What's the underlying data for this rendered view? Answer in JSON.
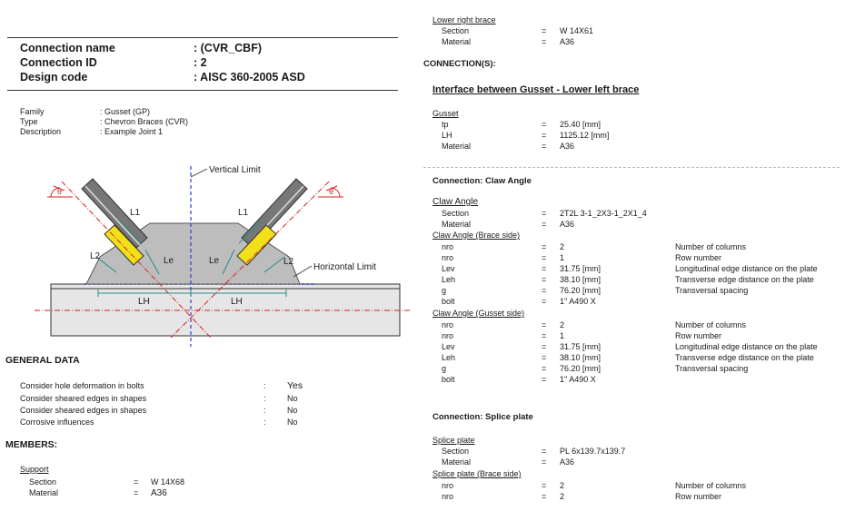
{
  "header": {
    "connection_name_label": "Connection name",
    "connection_name_value": ": (CVR_CBF)",
    "connection_id_label": "Connection ID",
    "connection_id_value": ": 2",
    "design_code_label": "Design code",
    "design_code_value": ": AISC 360-2005 ASD"
  },
  "info": [
    {
      "label": "Family",
      "value": ": Gusset (GP)"
    },
    {
      "label": "Type",
      "value": ": Chevron Braces (CVR)"
    },
    {
      "label": "Description",
      "value": ": Example Joint 1"
    }
  ],
  "diagram": {
    "vertical_limit": "Vertical Limit",
    "horizontal_limit": "Horizontal Limit",
    "theta": "θ",
    "l1": "L1",
    "l2": "L2",
    "le": "Le",
    "lh": "LH",
    "colors": {
      "brace": "#666666",
      "gusset": "#bbbbbb",
      "claw": "#f2e01a",
      "redline": "#d62020",
      "blueline": "#2f3fd0",
      "dim": "#2a8a8a"
    }
  },
  "general_data": {
    "title": "GENERAL DATA",
    "rows": [
      {
        "label": "Consider hole deformation in bolts",
        "sep": ":",
        "value": "Yes"
      },
      {
        "label": "Consider sheared edges in shapes",
        "sep": ":",
        "value": "No"
      },
      {
        "label": "Consider sheared edges in shapes",
        "sep": ":",
        "value": "No"
      },
      {
        "label": "Corrosive influences",
        "sep": ":",
        "value": "No"
      }
    ]
  },
  "members": {
    "title": "MEMBERS:",
    "support_title": "Support",
    "support_rows": [
      {
        "label": "Section",
        "eq": "=",
        "value": "W 14X68"
      },
      {
        "label": "Material",
        "eq": "=",
        "value": "A36"
      }
    ]
  },
  "right": {
    "lower_right_brace_title": "Lower right brace",
    "lower_right_brace_rows": [
      {
        "label": "Section",
        "eq": "=",
        "value": "W 14X61"
      },
      {
        "label": "Material",
        "eq": "=",
        "value": "A36"
      }
    ],
    "connections_title": "CONNECTION(S):",
    "interface_title": "Interface between Gusset - Lower left brace",
    "gusset_title": "Gusset",
    "gusset_rows": [
      {
        "label": "tp",
        "eq": "=",
        "value": "25.40  [mm]"
      },
      {
        "label": "LH",
        "eq": "=",
        "value": "1125.12  [mm]"
      },
      {
        "label": "Material",
        "eq": "=",
        "value": "A36"
      }
    ],
    "claw_connection_title": "Connection: Claw Angle",
    "claw_angle_title": "Claw Angle",
    "claw_angle_rows": [
      {
        "label": "Section",
        "eq": "=",
        "value": "2T2L 3-1_2X3-1_2X1_4"
      },
      {
        "label": "Material",
        "eq": "=",
        "value": "A36"
      }
    ],
    "claw_brace_title": "Claw Angle (Brace side)",
    "claw_brace_rows": [
      {
        "label": "nro",
        "eq": "=",
        "value": "2",
        "desc": "Number of columns"
      },
      {
        "label": "nro",
        "eq": "=",
        "value": "1",
        "desc": "Row number"
      },
      {
        "label": "Lev",
        "eq": "=",
        "value": "31.75  [mm]",
        "desc": "Longitudinal edge distance on the plate"
      },
      {
        "label": "Leh",
        "eq": "=",
        "value": "38.10  [mm]",
        "desc": "Transverse edge distance on the plate"
      },
      {
        "label": "g",
        "eq": "=",
        "value": "76.20  [mm]",
        "desc": "Transversal spacing"
      },
      {
        "label": "bolt",
        "eq": "=",
        "value": "1\" A490 X",
        "desc": ""
      }
    ],
    "claw_gusset_title": "Claw Angle (Gusset side)",
    "claw_gusset_rows": [
      {
        "label": "nro",
        "eq": "=",
        "value": "2",
        "desc": "Number of columns"
      },
      {
        "label": "nro",
        "eq": "=",
        "value": "1",
        "desc": "Row number"
      },
      {
        "label": "Lev",
        "eq": "=",
        "value": "31.75  [mm]",
        "desc": "Longitudinal edge distance on the plate"
      },
      {
        "label": "Leh",
        "eq": "=",
        "value": "38.10  [mm]",
        "desc": "Transverse edge distance on the plate"
      },
      {
        "label": "g",
        "eq": "=",
        "value": "76.20  [mm]",
        "desc": "Transversal spacing"
      },
      {
        "label": "bolt",
        "eq": "=",
        "value": "1\" A490 X",
        "desc": ""
      }
    ],
    "splice_connection_title": "Connection: Splice plate",
    "splice_title": "Splice plate",
    "splice_rows": [
      {
        "label": "Section",
        "eq": "=",
        "value": "PL 6x139.7x139.7"
      },
      {
        "label": "Material",
        "eq": "=",
        "value": "A36"
      }
    ],
    "splice_brace_title": "Splice plate (Brace side)",
    "splice_brace_rows": [
      {
        "label": "nro",
        "eq": "=",
        "value": "2",
        "desc": "Number of columns"
      },
      {
        "label": "nro",
        "eq": "=",
        "value": "2",
        "desc": "Row number"
      }
    ]
  }
}
